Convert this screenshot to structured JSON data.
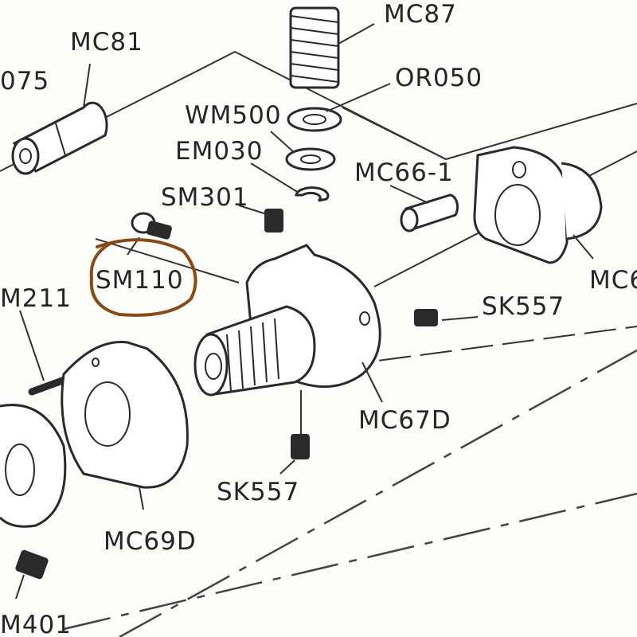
{
  "diagram": {
    "labels": {
      "mc87": "MC87",
      "mc81": "MC81",
      "p075": "075",
      "or050": "OR050",
      "wm500": "WM500",
      "em030": "EM030",
      "mc66_1": "MC66-1",
      "sm301": "SM301",
      "sm110": "SM110",
      "m211": "M211",
      "mc6": "MC6",
      "sk557_right": "SK557",
      "mc67d": "MC67D",
      "sk557_bottom": "SK557",
      "mc69d": "MC69D",
      "m401": "M401"
    },
    "highlight_color": "#8a4a12",
    "ink_color": "#262626"
  }
}
